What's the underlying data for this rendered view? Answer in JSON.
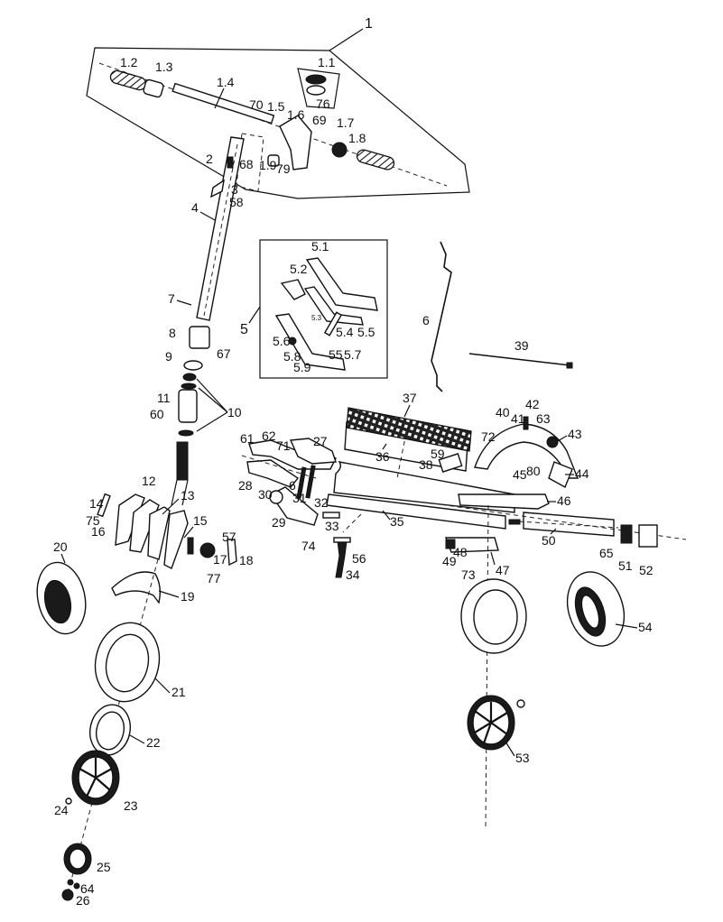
{
  "diagram": {
    "title": "Scooter exploded parts view",
    "colors": {
      "ink": "#111111",
      "background": "#ffffff"
    },
    "groups": {
      "handlebar_assembly": "1",
      "folding_mechanism": "5"
    },
    "labels": {
      "p1": "1",
      "p1_1": "1.1",
      "p1_2": "1.2",
      "p1_3": "1.3",
      "p1_4": "1.4",
      "p1_5": "1.5",
      "p1_6": "1.6",
      "p1_7": "1.7",
      "p1_8": "1.8",
      "p1_9": "1.9",
      "p2": "2",
      "p3": "3",
      "p4": "4",
      "p5": "5",
      "p6": "6",
      "p7": "7",
      "p8": "8",
      "p9": "9",
      "p10": "10",
      "p11": "11",
      "p12": "12",
      "p13": "13",
      "p14": "14",
      "p15": "15",
      "p16": "16",
      "p17": "17",
      "p18": "18",
      "p19": "19",
      "p20": "20",
      "p21": "21",
      "p22": "22",
      "p23": "23",
      "p24": "24",
      "p25": "25",
      "p26": "26",
      "p27": "27",
      "p28": "28",
      "p29": "29",
      "p30": "30",
      "p31": "31",
      "p32": "32",
      "p33": "33",
      "p34": "34",
      "p35": "35",
      "p36": "36",
      "p37": "37",
      "p38": "38",
      "p39": "39",
      "p40": "40",
      "p41": "41",
      "p42": "42",
      "p43": "43",
      "p44": "44",
      "p45": "45",
      "p46": "46",
      "p47": "47",
      "p48": "48",
      "p49": "49",
      "p50": "50",
      "p51": "51",
      "p52": "52",
      "p53": "53",
      "p54": "54",
      "p55": "55",
      "p56": "56",
      "p57": "57",
      "p58": "58",
      "p59": "59",
      "p60": "60",
      "p61": "61",
      "p62": "62",
      "p63": "63",
      "p64": "64",
      "p65": "65",
      "p66": "6",
      "p67": "67",
      "p68": "68",
      "p69": "69",
      "p70": "70",
      "p71": "71",
      "p72": "72",
      "p73": "73",
      "p74": "74",
      "p75": "75",
      "p76": "76",
      "p77": "77",
      "p79": "79",
      "p80": "80",
      "p5_1": "5.1",
      "p5_2": "5.2",
      "p5_3": "5.3",
      "p5_4": "5.4",
      "p5_5": "5.5",
      "p5_6": "5.6",
      "p5_7": "5.7",
      "p5_8": "5.8",
      "p5_9": "5.9"
    }
  }
}
